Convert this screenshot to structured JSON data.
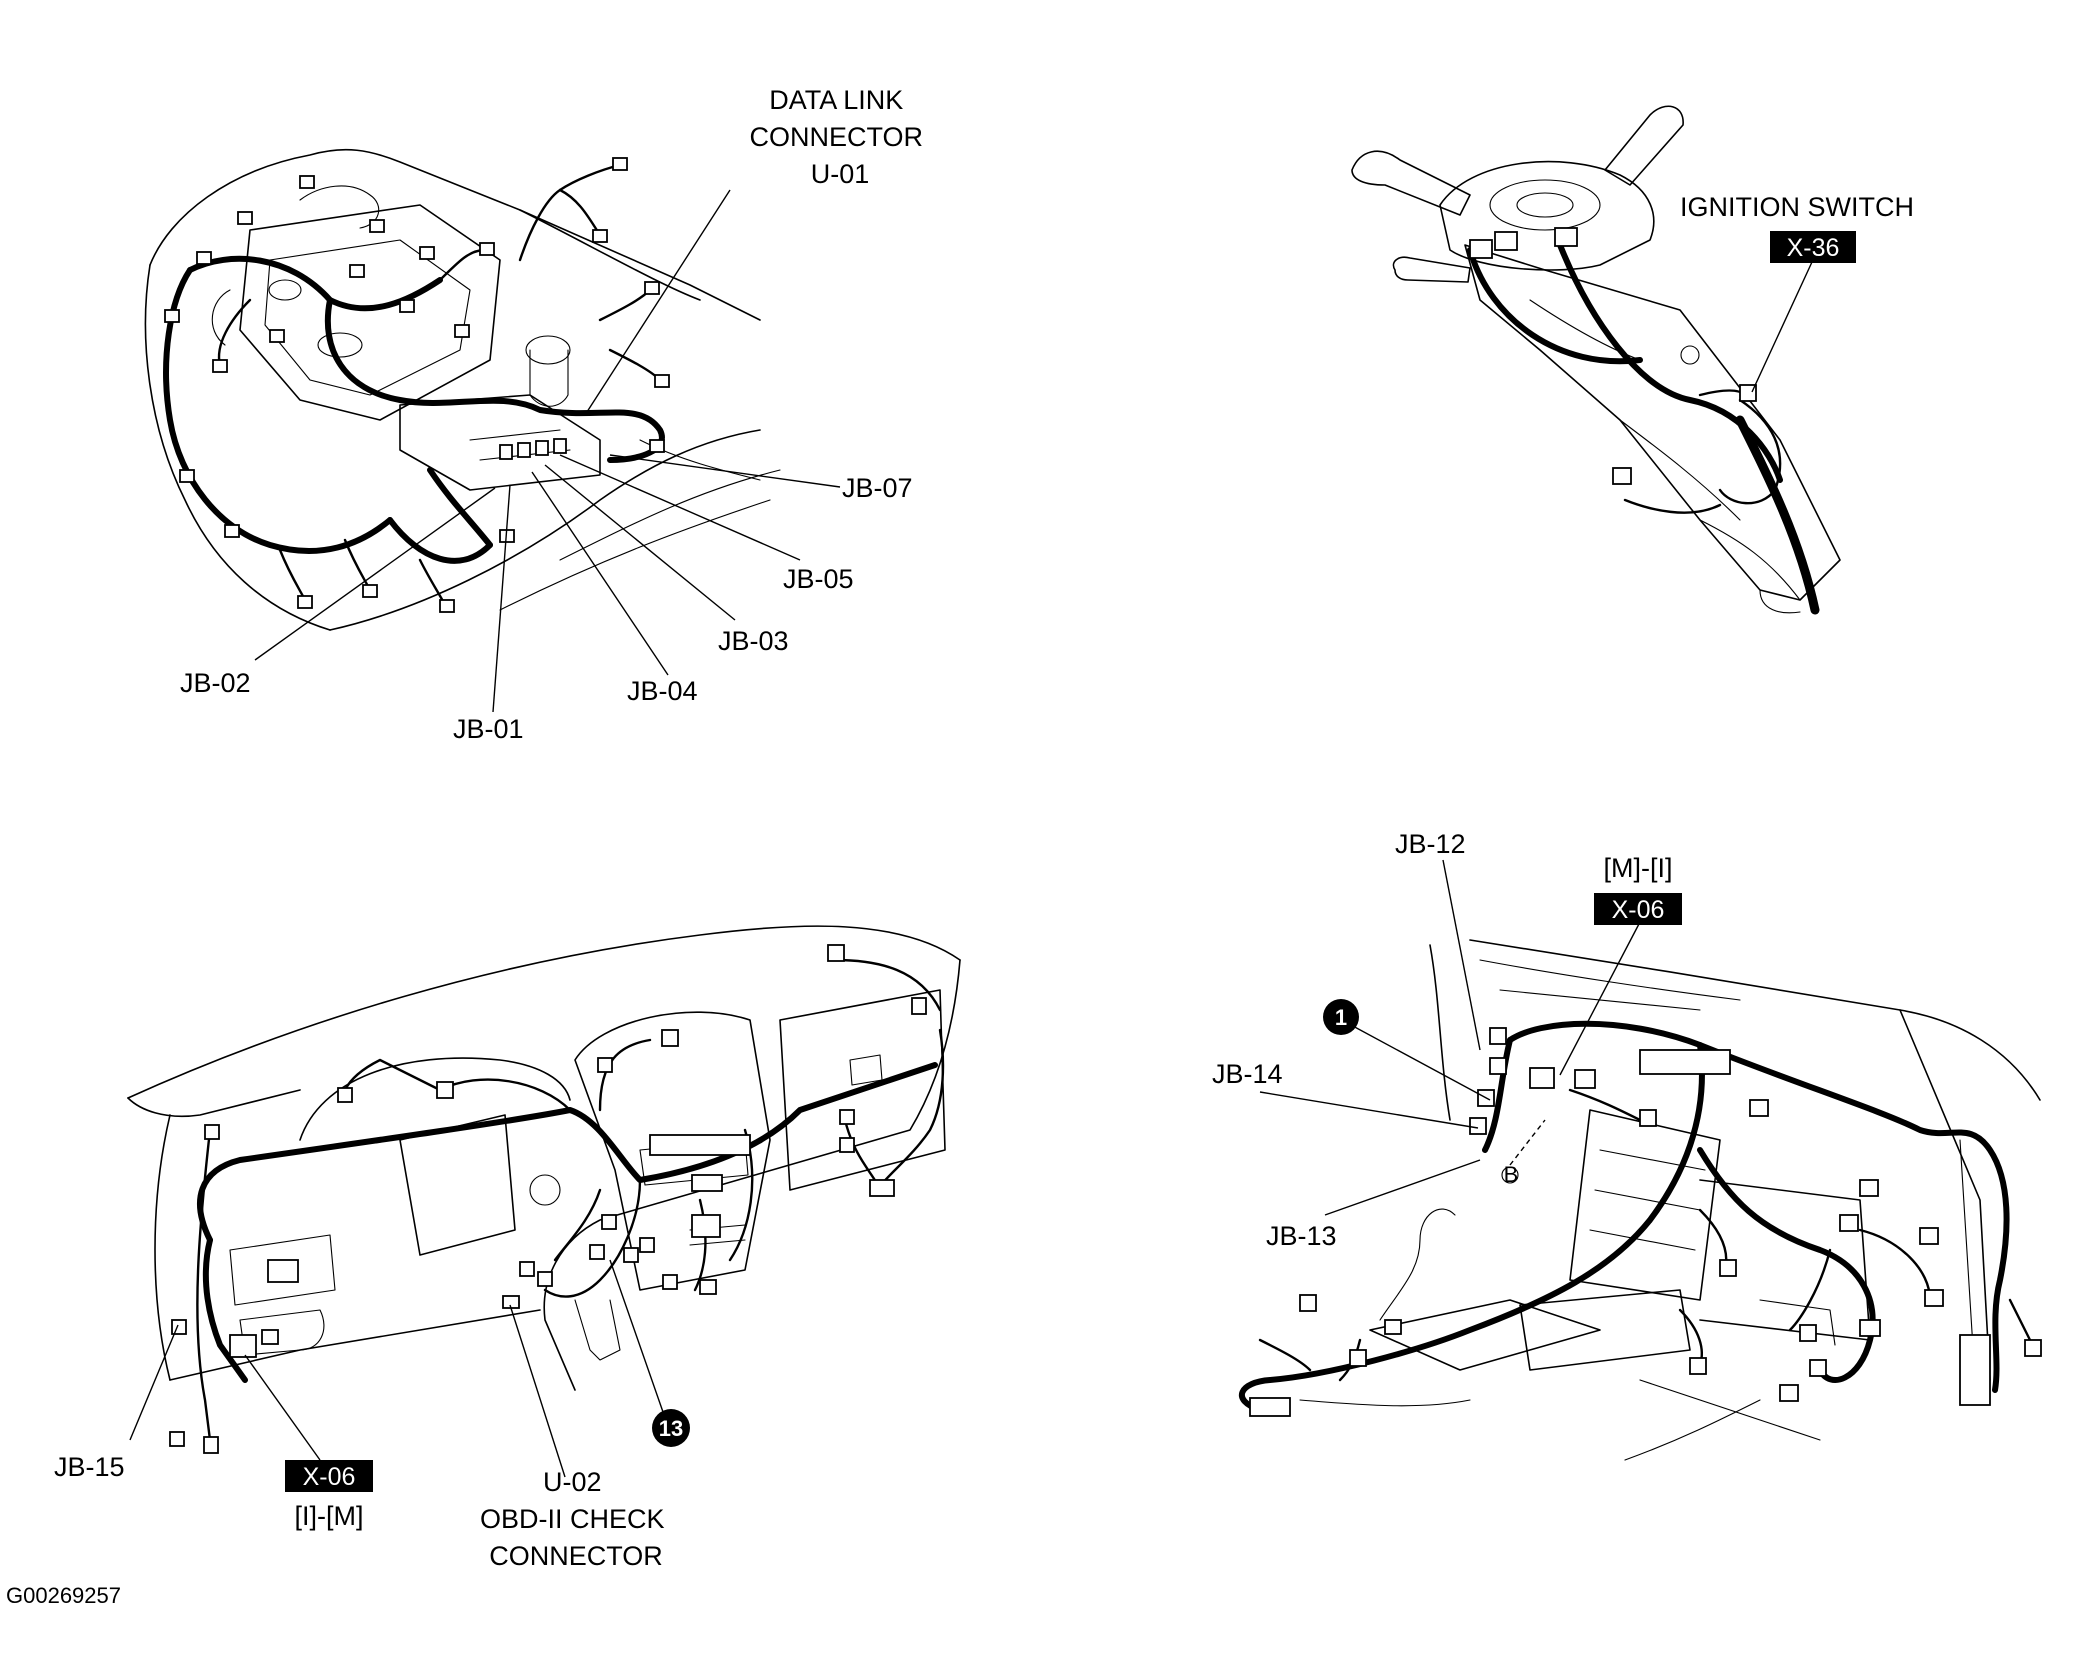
{
  "panels": {
    "engine_bay": {
      "data_link_connector": [
        "DATA LINK",
        "CONNECTOR",
        "U-01"
      ],
      "labels": {
        "jb07": "JB-07",
        "jb05": "JB-05",
        "jb03": "JB-03",
        "jb04": "JB-04",
        "jb02": "JB-02",
        "jb01": "JB-01"
      }
    },
    "steering_column": {
      "ignition_switch": "IGNITION SWITCH",
      "tag": "X-36"
    },
    "dashboard": {
      "jb15": "JB-15",
      "tag": "X-06",
      "tag_sub": "[I]-[M]",
      "obd_connector": [
        "U-02",
        "OBD-II CHECK",
        "CONNECTOR"
      ],
      "callout": "13"
    },
    "floor": {
      "jb12": "JB-12",
      "tag_sub": "[M]-[I]",
      "tag": "X-06",
      "callout": "1",
      "jb14": "JB-14",
      "jb13": "JB-13",
      "ground_mark": "B"
    }
  },
  "figure_id": "G00269257"
}
